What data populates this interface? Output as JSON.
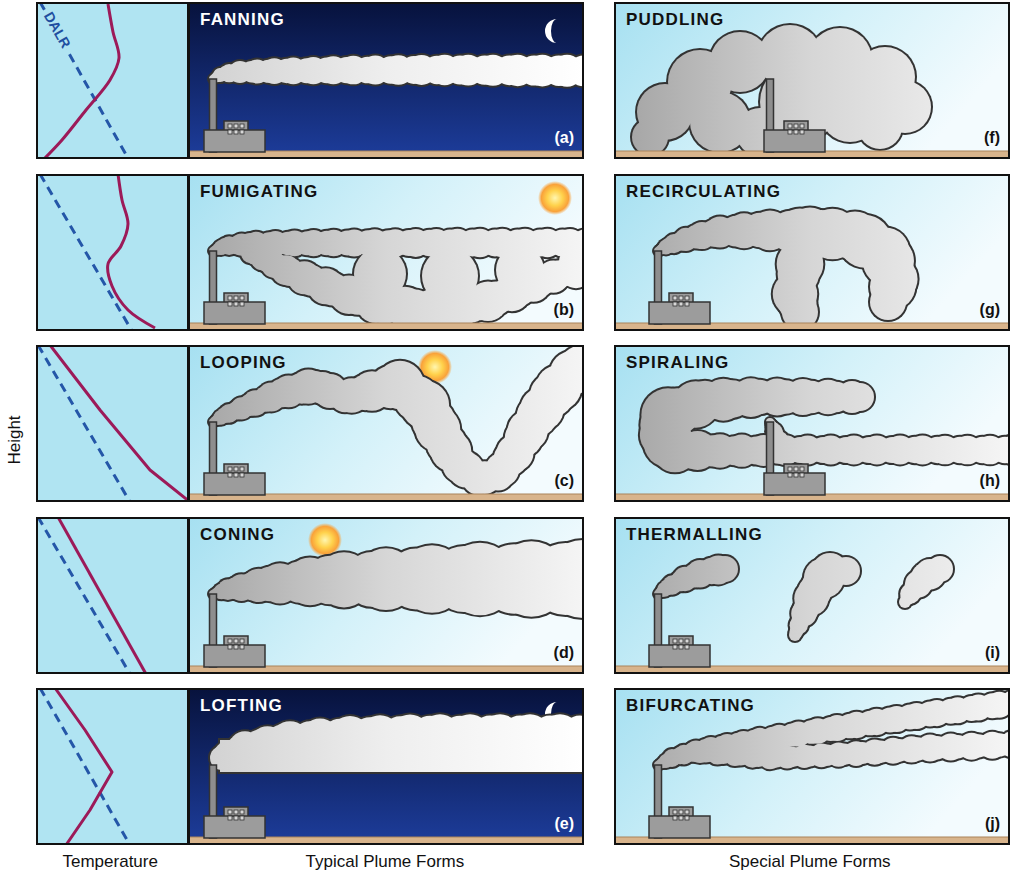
{
  "diagram": {
    "nodes": [
      {
        "text": [
          "FANNING",
          "(a)"
        ]
      },
      {
        "text": [
          "FUMIGATING",
          "(b)"
        ]
      },
      {
        "text": [
          "LOOPING",
          "(c)"
        ]
      },
      {
        "text": [
          "CONING",
          "(d)"
        ]
      },
      {
        "text": [
          "LOFTING",
          "(e)"
        ]
      },
      {
        "text": [
          "PUDDLING",
          "(f)"
        ]
      },
      {
        "text": [
          "RECIRCULATING",
          "(g)"
        ]
      },
      {
        "text": [
          "SPIRALING",
          "(h)"
        ]
      },
      {
        "text": [
          "THERMALLING",
          "(i)"
        ]
      },
      {
        "text": [
          "BIFURCATING",
          "(j)"
        ]
      }
    ],
    "labels": [
      "DALR",
      "Height",
      "Temperature",
      "Typical Plume Forms",
      "Special Plume Forms"
    ]
  }
}
